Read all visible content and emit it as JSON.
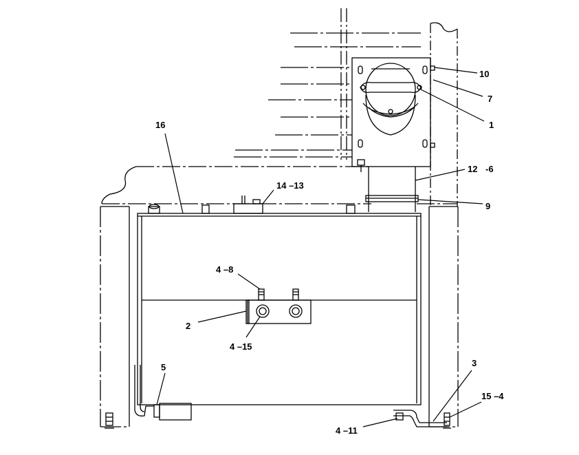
{
  "callouts": {
    "c10": "10",
    "c7": "7",
    "c1": "1",
    "c16": "16",
    "c12": "12",
    "c6": "-6",
    "c14_13": "14 –13",
    "c9": "9",
    "c4_8": "4 –8",
    "c2": "2",
    "c4_15": "4 –15",
    "c5": "5",
    "c3": "3",
    "c15_4": "15 –4",
    "c4_11": "4 –11"
  }
}
